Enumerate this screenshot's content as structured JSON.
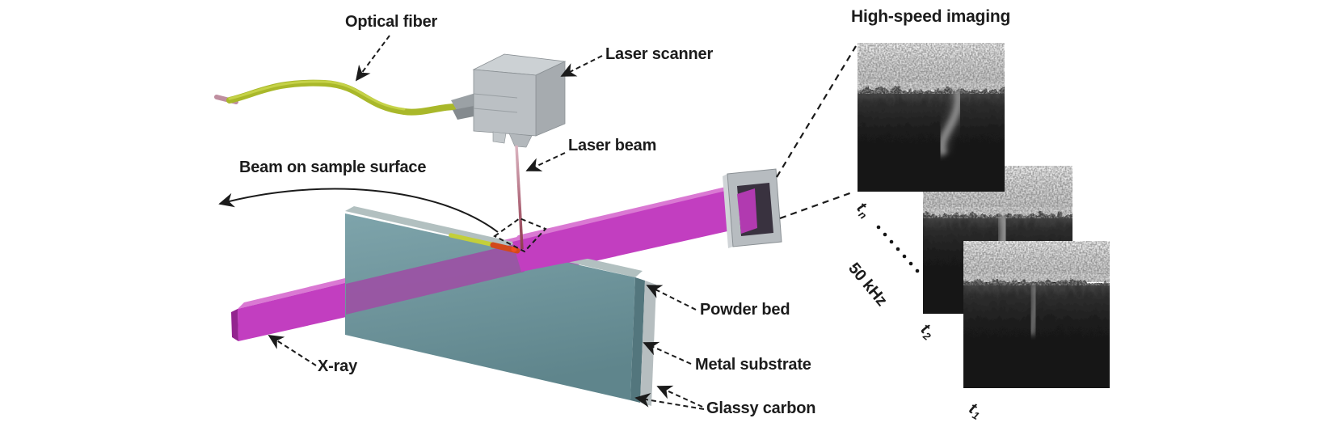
{
  "labels": {
    "optical_fiber": "Optical fiber",
    "laser_scanner": "Laser scanner",
    "laser_beam": "Laser beam",
    "beam_on_surface": "Beam on sample surface",
    "xray": "X-ray",
    "powder_bed": "Powder bed",
    "metal_substrate": "Metal substrate",
    "glassy_carbon": "Glassy carbon",
    "high_speed_imaging": "High-speed imaging",
    "frame_rate": "50 kHz"
  },
  "frames": {
    "t_n": {
      "base": "t",
      "sub": "n"
    },
    "t_2": {
      "base": "t",
      "sub": "2"
    },
    "t_1": {
      "base": "t",
      "sub": "1"
    }
  },
  "colors": {
    "xray_beam": "#c23ec0",
    "xray_beam_highlight": "#da79d3",
    "xray_beam_in_sample": "#9b51a4",
    "optical_fiber": "#a9b82a",
    "fiber_tip": "#bf8fa0",
    "sample_teal": "#6e979e",
    "laser_beam_red": "#8e3d4e",
    "melt_track_yellow": "#c3cf3a",
    "melt_spot_red": "#d2491a",
    "scanner_gray": "#bbc0c4",
    "annotation_black": "#1b1b1b"
  }
}
